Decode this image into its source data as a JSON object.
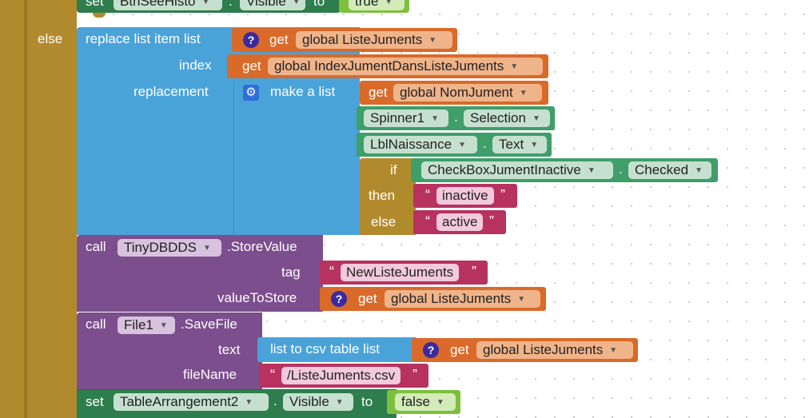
{
  "left_block": {
    "else_label": "else"
  },
  "top_set": {
    "set_label": "set",
    "component": "BtnSeeHisto",
    "property": "Visible",
    "to_label": "to",
    "value": "true"
  },
  "replace_block": {
    "label": "replace list item  list",
    "index_label": "index",
    "replacement_label": "replacement",
    "list_get": {
      "get_label": "get",
      "var": "global ListeJuments"
    },
    "index_get": {
      "get_label": "get",
      "var": "global IndexJumentDansListeJuments"
    },
    "make_list_label": "make a list",
    "item1": {
      "get_label": "get",
      "var": "global NomJument"
    },
    "item2": {
      "component": "Spinner1",
      "property": "Selection"
    },
    "item3": {
      "component": "LblNaissance",
      "property": "Text"
    },
    "item4": {
      "if_label": "if",
      "then_label": "then",
      "else_label": "else",
      "component": "CheckBoxJumentInactive",
      "property": "Checked",
      "then_value": "inactive",
      "else_value": "active"
    }
  },
  "store_block": {
    "call_label": "call",
    "component": "TinyDBDDS",
    "method": ".StoreValue",
    "tag_label": "tag",
    "tag_value": "NewListeJuments",
    "value_label": "valueToStore",
    "value_get": {
      "get_label": "get",
      "var": "global ListeJuments"
    }
  },
  "save_block": {
    "call_label": "call",
    "component": "File1",
    "method": ".SaveFile",
    "text_label": "text",
    "csv_label": "list to csv table  list",
    "csv_get": {
      "get_label": "get",
      "var": "global ListeJuments"
    },
    "filename_label": "fileName",
    "filename_value": "/ListeJuments.csv"
  },
  "bottom_set": {
    "set_label": "set",
    "component": "TableArrangement2",
    "property": "Visible",
    "to_label": "to",
    "value": "false"
  },
  "glyphs": {
    "question": "?",
    "gear": "⚙",
    "arrow": "▼",
    "dot": ".",
    "quote_open": "“",
    "quote_close": "”"
  },
  "colors": {
    "control": "#b28a2e",
    "list": "#4aa3d8",
    "variable": "#d96a2a",
    "component": "#3f9e6a",
    "setter": "#2e7d4d",
    "method": "#7d4e8e",
    "text": "#b7325f",
    "logic": "#7ebf3d"
  }
}
